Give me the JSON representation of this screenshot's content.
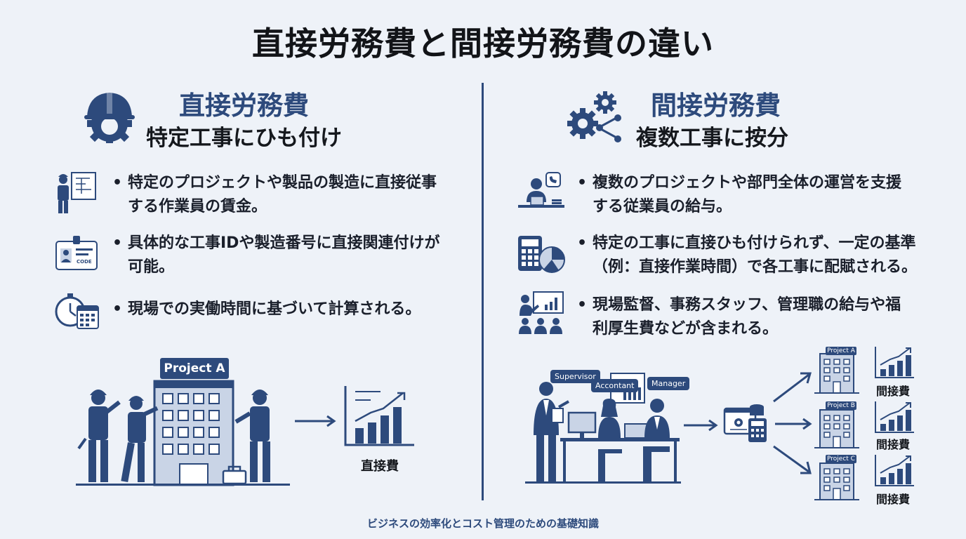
{
  "title": "直接労務費と間接労務費の違い",
  "direct": {
    "heading": "直接労務費",
    "subheading": "特定工事にひも付け",
    "bullets": [
      {
        "line1": "特定のプロジェクトや製品の製造に直接従事",
        "line2": "する作業員の賃金。"
      },
      {
        "line1": "具体的な工事IDや製造番号に直接関連付けが",
        "line2": "可能。"
      },
      {
        "line1": "現場での実働時間に基づいて計算される。",
        "line2": ""
      }
    ],
    "building_label": "Project A",
    "card_code": "CODE",
    "cost_label": "直接費"
  },
  "indirect": {
    "heading": "間接労務費",
    "subheading": "複数工事に按分",
    "bullets": [
      {
        "line1": "複数のプロジェクトや部門全体の運営を支援",
        "line2": "する従業員の給与。"
      },
      {
        "line1": "特定の工事に直接ひも付けられず、一定の基準",
        "line2": "（例：直接作業時間）で各工事に配賦される。"
      },
      {
        "line1": "現場監督、事務スタッフ、管理職の給与や福",
        "line2": "利厚生費などが含まれる。"
      }
    ],
    "roles": [
      "Supervisor",
      "Accontant",
      "Manager"
    ],
    "projects": [
      {
        "label": "Project A",
        "cost": "間接費"
      },
      {
        "label": "Project B",
        "cost": "間接費"
      },
      {
        "label": "Project C",
        "cost": "間接費"
      }
    ]
  },
  "footer": "ビジネスの効率化とコスト管理のための基礎知識",
  "colors": {
    "primary": "#2d4a7c",
    "background": "#eef2f8",
    "light": "#c9d4e6"
  }
}
